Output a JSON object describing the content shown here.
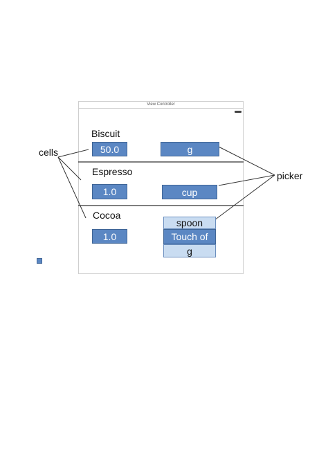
{
  "view_controller": {
    "title": "View Controller"
  },
  "rows": [
    {
      "label": "Biscuit",
      "value": "50.0",
      "unit": "g"
    },
    {
      "label": "Espresso",
      "value": "1.0",
      "unit": "cup"
    },
    {
      "label": "Cocoa",
      "value": "1.0"
    }
  ],
  "picker_options": [
    "spoon",
    "Touch of",
    "g"
  ],
  "annotations": {
    "cells": "cells",
    "picker": "picker"
  },
  "colors": {
    "box_fill": "#5b87c3",
    "box_border": "#3f6596",
    "picker_light": "#c9dcf1",
    "lines": "#333333"
  }
}
